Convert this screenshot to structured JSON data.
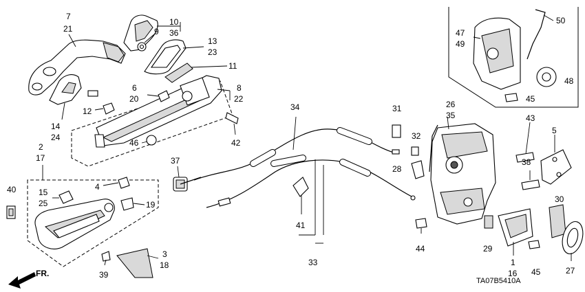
{
  "diagram": {
    "code": "TA07B5410A",
    "direction_label": "FR.",
    "labels": {
      "p7": "7",
      "p21": "21",
      "p10": "10",
      "p36": "36",
      "p9": "9",
      "p13": "13",
      "p23": "23",
      "p11": "11",
      "p6": "6",
      "p20": "20",
      "p8": "8",
      "p22": "22",
      "p12": "12",
      "p46": "46",
      "p42": "42",
      "p14": "14",
      "p24": "24",
      "p2": "2",
      "p17": "17",
      "p4": "4",
      "p15": "15",
      "p25": "25",
      "p19": "19",
      "p40": "40",
      "p39": "39",
      "p3": "3",
      "p18": "18",
      "p37": "37",
      "p34": "34",
      "p41": "41",
      "p33": "33",
      "p31": "31",
      "p32": "32",
      "p28": "28",
      "p26": "26",
      "p35": "35",
      "p44": "44",
      "p29": "29",
      "p1": "1",
      "p16": "16",
      "p45a": "45",
      "p45b": "45",
      "p27": "27",
      "p30": "30",
      "p38": "38",
      "p43": "43",
      "p5": "5",
      "p47": "47",
      "p49": "49",
      "p50": "50",
      "p48": "48"
    }
  }
}
